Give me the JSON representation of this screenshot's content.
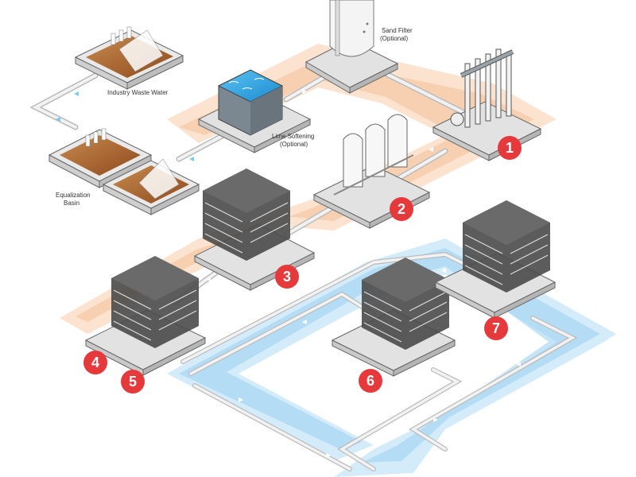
{
  "labels": {
    "industry_waste_water": "Industry Waste Water",
    "equalization_line1": "Equalization",
    "equalization_line2": "Basin",
    "lime_softening_line1": "Lime Softening",
    "lime_softening_line2": "(Optional)",
    "sand_filter_line1": "Sand Filter",
    "sand_filter_line2": "(Optional)"
  },
  "steps": [
    "1",
    "2",
    "3",
    "4",
    "5",
    "6",
    "7"
  ],
  "colors": {
    "orange_band": "#f4c9a6",
    "orange_band_light": "#fbe3cf",
    "blue_band": "#9fd3f1",
    "blue_band_light": "#d4ecfa",
    "marker_red": "#e5393b",
    "water_brown": "#b5692f",
    "water_blue": "#2aa4e0",
    "pipe": "#e6e6e6",
    "rack_dark": "#3a3a3a"
  },
  "icons": {
    "step_marker": "red-circle",
    "flow_arrow": "chevron-arrow"
  }
}
